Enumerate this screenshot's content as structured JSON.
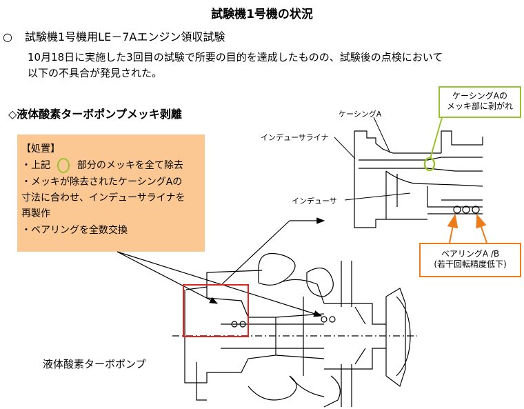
{
  "title": "試験機1号機の状況",
  "heading": {
    "bullet": "○",
    "text": "試験機1号機用LE－7Aエンジン領収試験"
  },
  "paragraph": {
    "line1": "10月18日に実施した3回目の試験で所要の目的を達成したものの、試験後の点検において",
    "line2": "以下の不具合が発見された。"
  },
  "section_title": "◇液体酸素ターボポンプメッキ剥離",
  "action_box": {
    "header": "【処置】",
    "item1_prefix": "・上記",
    "item1_suffix": "部分のメッキを全て除去",
    "item2_line1": "・メッキが除去されたケーシングAの",
    "item2_line2": "寸法に合わせ、インデューサライナを",
    "item2_line3": "再製作",
    "item3": "・ベアリングを全数交換"
  },
  "diagram_labels": {
    "casing_a": "ケーシングA",
    "inducer_liner": "インデューサライナ",
    "inducer": "インデューサ"
  },
  "callout_casing": {
    "line1": "ケーシングAの",
    "line2": "メッキ部に剥がれ"
  },
  "callout_bearing": {
    "line1": "ベアリングA /B",
    "line2": "(若干回転精度低下)"
  },
  "pump_label": "液体酸素ターボポンプ",
  "colors": {
    "box_fill": "#fbc893",
    "green": "#99c130",
    "orange": "#ee7b19",
    "red": "#e0231c"
  }
}
